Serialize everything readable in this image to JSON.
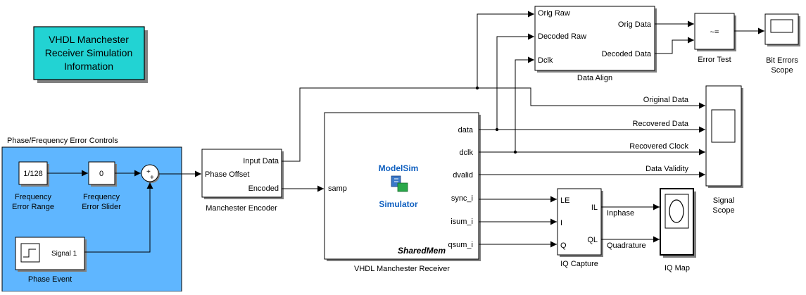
{
  "info_block": {
    "line1": "VHDL Manchester",
    "line2": "Receiver Simulation",
    "line3": "Information",
    "fill": "#22d3d3"
  },
  "subsystem": {
    "title": "Phase/Frequency Error Controls",
    "fill": "#5fb6ff"
  },
  "blocks": {
    "freq_range": {
      "value": "1/128",
      "label1": "Frequency",
      "label2": "Error Range"
    },
    "freq_slider": {
      "value": "0",
      "label1": "Frequency",
      "label2": "Error Slider"
    },
    "sum": {
      "signs": "+ +"
    },
    "phase_event": {
      "port": "Signal 1",
      "label": "Phase Event"
    },
    "encoder": {
      "in1": "Input Data",
      "in2": "Phase Offset",
      "out1": "Encoded",
      "label": "Manchester Encoder"
    },
    "receiver": {
      "ports_out": [
        "data",
        "dclk",
        "dvalid",
        "sync_i",
        "isum_i",
        "qsum_i"
      ],
      "port_in": "samp",
      "logo1": "ModelSim",
      "logo2": "Simulator",
      "shared": "SharedMem",
      "label": "VHDL Manchester Receiver"
    },
    "data_align": {
      "in1": "Orig Raw",
      "in2": "Decoded Raw",
      "in3": "Dclk",
      "out1": "Orig Data",
      "out2": "Decoded Data",
      "label": "Data Align"
    },
    "error_test": {
      "symbol": "~=",
      "label": "Error Test"
    },
    "bit_errors": {
      "label1": "Bit Errors",
      "label2": "Scope"
    },
    "signal_scope": {
      "label1": "Signal",
      "label2": "Scope"
    },
    "iq_capture": {
      "in1": "LE",
      "in2": "I",
      "in3": "Q",
      "out1": "IL",
      "out2": "QL",
      "label": "IQ Capture"
    },
    "iq_map": {
      "label": "IQ Map"
    }
  },
  "signals": {
    "original_data": "Original Data",
    "recovered_data": "Recovered Data",
    "recovered_clock": "Recovered Clock",
    "data_validity": "Data Validity",
    "inphase": "Inphase",
    "quadrature": "Quadrature"
  },
  "colors": {
    "block_shadow": "#808080",
    "modelsim_text": "#1060c0",
    "icon_green": "#2aa84a",
    "icon_blue": "#3a78c8"
  }
}
